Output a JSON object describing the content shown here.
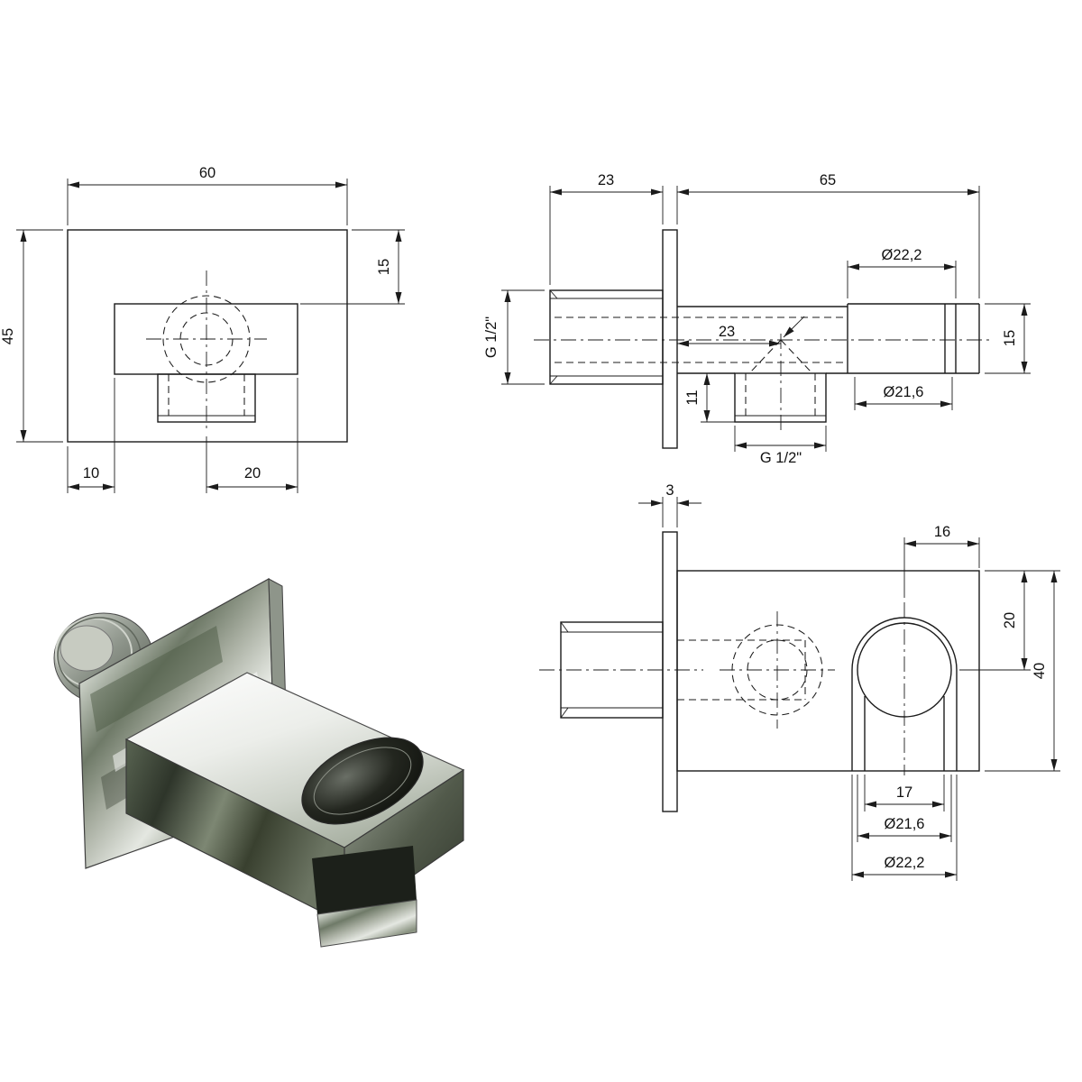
{
  "meta": {
    "bg_color": "#ffffff",
    "line_color": "#1b1b1b"
  },
  "views": {
    "front": {
      "dims": {
        "width": "60",
        "height": "45",
        "holder_top_offset": "15",
        "holder_left_offset": "10",
        "outlet_right_offset": "20"
      }
    },
    "side": {
      "dims": {
        "inlet_thread_length": "23",
        "body_length": "65",
        "holder_outer_dia": "Ø22,2",
        "inlet_thread_size": "G 1/2\"",
        "outlet_center_offset": "23",
        "holder_height": "15",
        "outlet_depth": "11",
        "holder_inner_dia": "Ø21,6",
        "outlet_thread_size": "G 1/2\""
      }
    },
    "holder": {
      "dims": {
        "plate_thickness": "3",
        "holder_center_right_offset": "16",
        "holder_center_top_offset": "20",
        "body_height": "40",
        "slot_width": "17",
        "holder_inner_dia": "Ø21,6",
        "holder_outer_dia": "Ø22,2"
      }
    }
  }
}
